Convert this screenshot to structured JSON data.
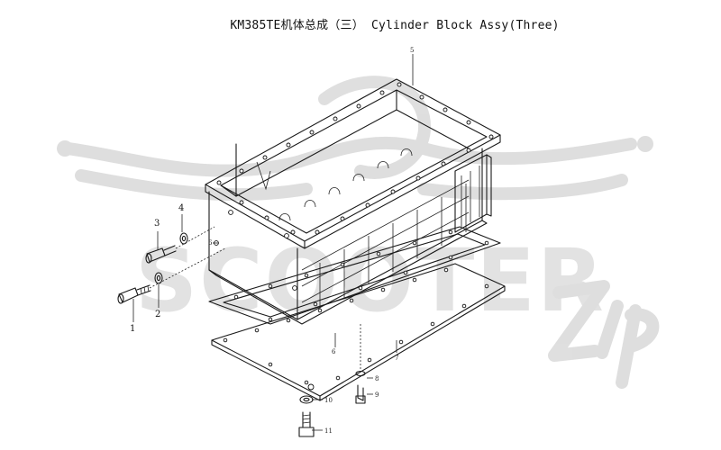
{
  "title": "KM385TE机体总成（三） Cylinder Block Assy(Three)",
  "watermark": {
    "brand": "SCOOTER",
    "script": "zip",
    "color": "#d9d9d9"
  },
  "callouts": {
    "c1": "1",
    "c2": "2",
    "c3": "3",
    "c4": "4",
    "c5": "5",
    "c6": "6",
    "c7": "7",
    "c8": "8",
    "c9": "9",
    "c10": "10",
    "c11": "11"
  },
  "colors": {
    "line": "#1a1a1a",
    "background": "#ffffff"
  }
}
